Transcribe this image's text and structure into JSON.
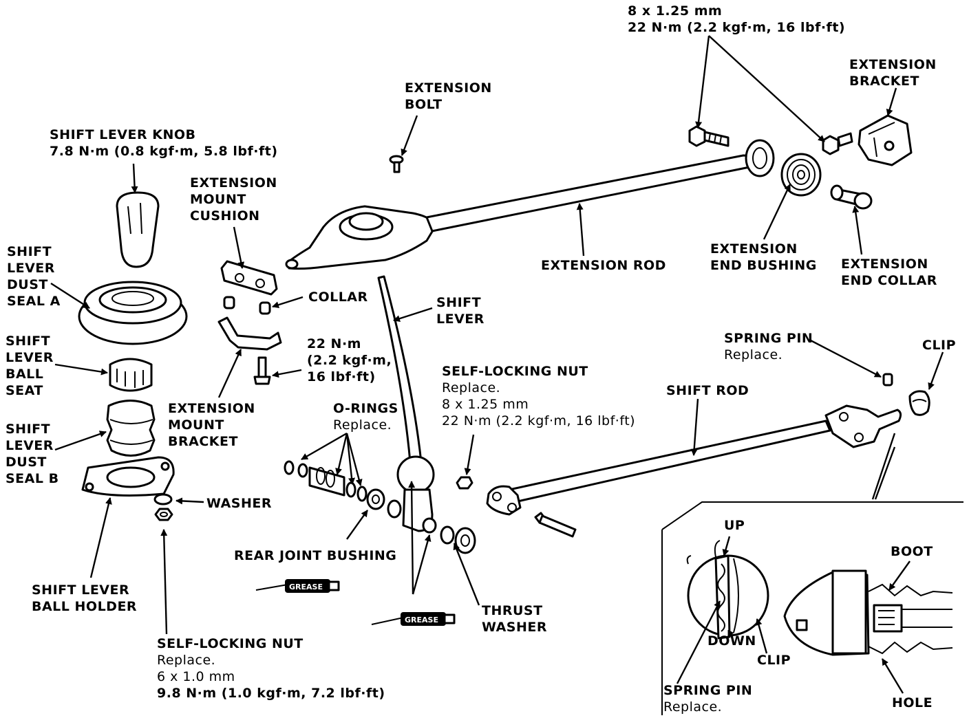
{
  "labels": {
    "top_bolt_spec": {
      "line1": "8 x 1.25 mm",
      "line2": "22 N·m (2.2 kgf·m, 16 lbf·ft)"
    },
    "extension_bracket": [
      "EXTENSION",
      "BRACKET"
    ],
    "extension_bolt": [
      "EXTENSION",
      "BOLT"
    ],
    "shift_lever_knob": {
      "name": "SHIFT LEVER KNOB",
      "spec": "7.8 N·m (0.8 kgf·m, 5.8 lbf·ft)"
    },
    "extension_mount_cushion": [
      "EXTENSION",
      "MOUNT",
      "CUSHION"
    ],
    "shift_lever_dust_seal_a": [
      "SHIFT",
      "LEVER",
      "DUST",
      "SEAL A"
    ],
    "extension_end_bushing": [
      "EXTENSION",
      "END BUSHING"
    ],
    "extension_end_collar": [
      "EXTENSION",
      "END COLLAR"
    ],
    "extension_rod": "EXTENSION ROD",
    "collar": "COLLAR",
    "shift_lever": [
      "SHIFT",
      "LEVER"
    ],
    "shift_lever_ball_seat": [
      "SHIFT",
      "LEVER",
      "BALL",
      "SEAT"
    ],
    "mount_bolt_spec": [
      "22 N·m",
      "(2.2 kgf·m,",
      "16 lbf·ft)"
    ],
    "spring_pin_top": {
      "name": "SPRING PIN",
      "note": "Replace."
    },
    "clip_top": "CLIP",
    "self_locking_nut_mid": {
      "name": "SELF-LOCKING NUT",
      "note": "Replace.",
      "size": "8 x 1.25 mm",
      "torque": "22 N·m (2.2 kgf·m, 16 lbf·ft)"
    },
    "shift_rod": "SHIFT ROD",
    "extension_mount_bracket": [
      "EXTENSION",
      "MOUNT",
      "BRACKET"
    ],
    "o_rings": {
      "name": "O-RINGS",
      "note": "Replace."
    },
    "shift_lever_dust_seal_b": [
      "SHIFT",
      "LEVER",
      "DUST",
      "SEAL B"
    ],
    "washer": "WASHER",
    "rear_joint_bushing": "REAR JOINT BUSHING",
    "shift_lever_ball_holder": [
      "SHIFT LEVER",
      "BALL HOLDER"
    ],
    "thrust_washer": [
      "THRUST",
      "WASHER"
    ],
    "self_locking_nut_bottom": {
      "name": "SELF-LOCKING NUT",
      "note": "Replace.",
      "size": "6 x 1.0 mm",
      "torque": "9.8 N·m (1.0 kgf·m, 7.2 lbf·ft)"
    },
    "detail_up": "UP",
    "detail_down": "DOWN",
    "detail_clip": "CLIP",
    "detail_spring_pin": {
      "name": "SPRING PIN",
      "note": "Replace."
    },
    "detail_boot": "BOOT",
    "detail_hole": "HOLE",
    "grease": "GREASE"
  }
}
